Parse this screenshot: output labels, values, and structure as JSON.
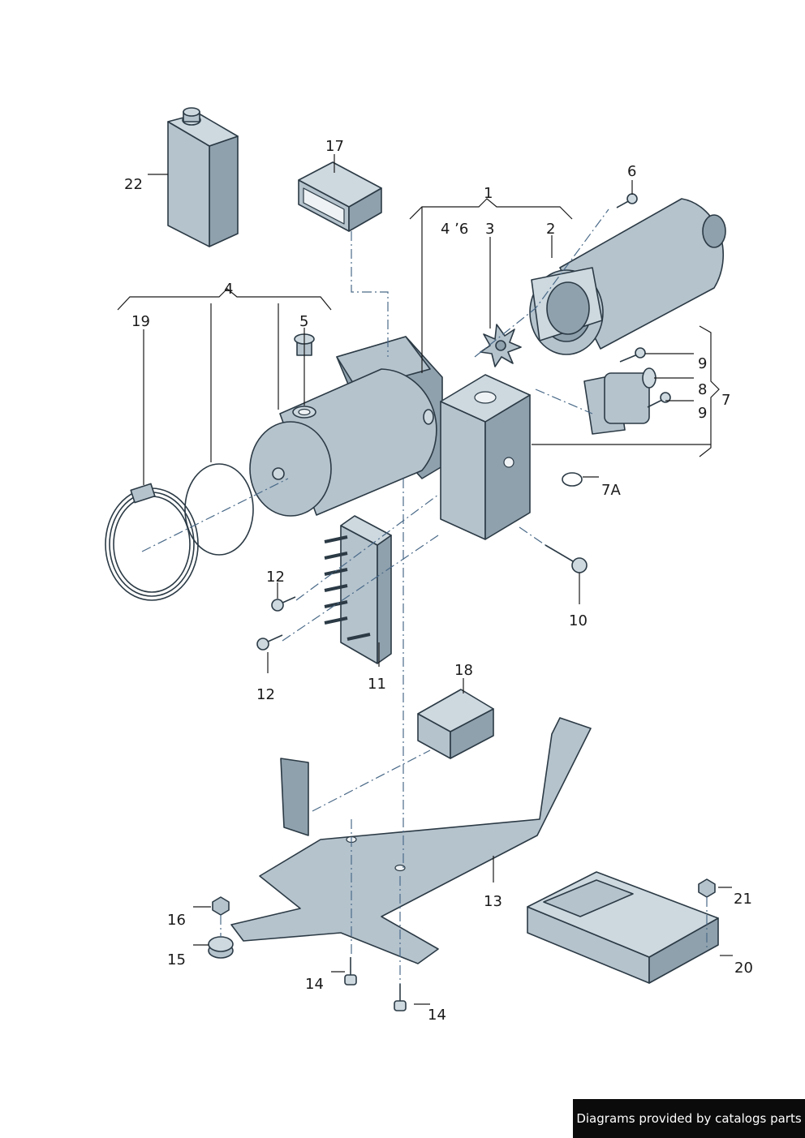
{
  "callouts": {
    "c1": "1",
    "c2": "2",
    "c3": "3",
    "c4": "4",
    "c4_6": "4 ʼ6",
    "c5": "5",
    "c6": "6",
    "c7": "7",
    "c7a": "7A",
    "c8": "8",
    "c9a": "9",
    "c9b": "9",
    "c10": "10",
    "c11": "11",
    "c12a": "12",
    "c12b": "12",
    "c13": "13",
    "c14a": "14",
    "c14b": "14",
    "c15": "15",
    "c16": "16",
    "c17": "17",
    "c18": "18",
    "c19": "19",
    "c20": "20",
    "c21": "21",
    "c22": "22"
  },
  "credit": "Diagrams provided by catalogs parts",
  "colors": {
    "part_fill": "#b5c3cd",
    "outline": "#2b3a45",
    "dash_line": "#4a6a88"
  }
}
